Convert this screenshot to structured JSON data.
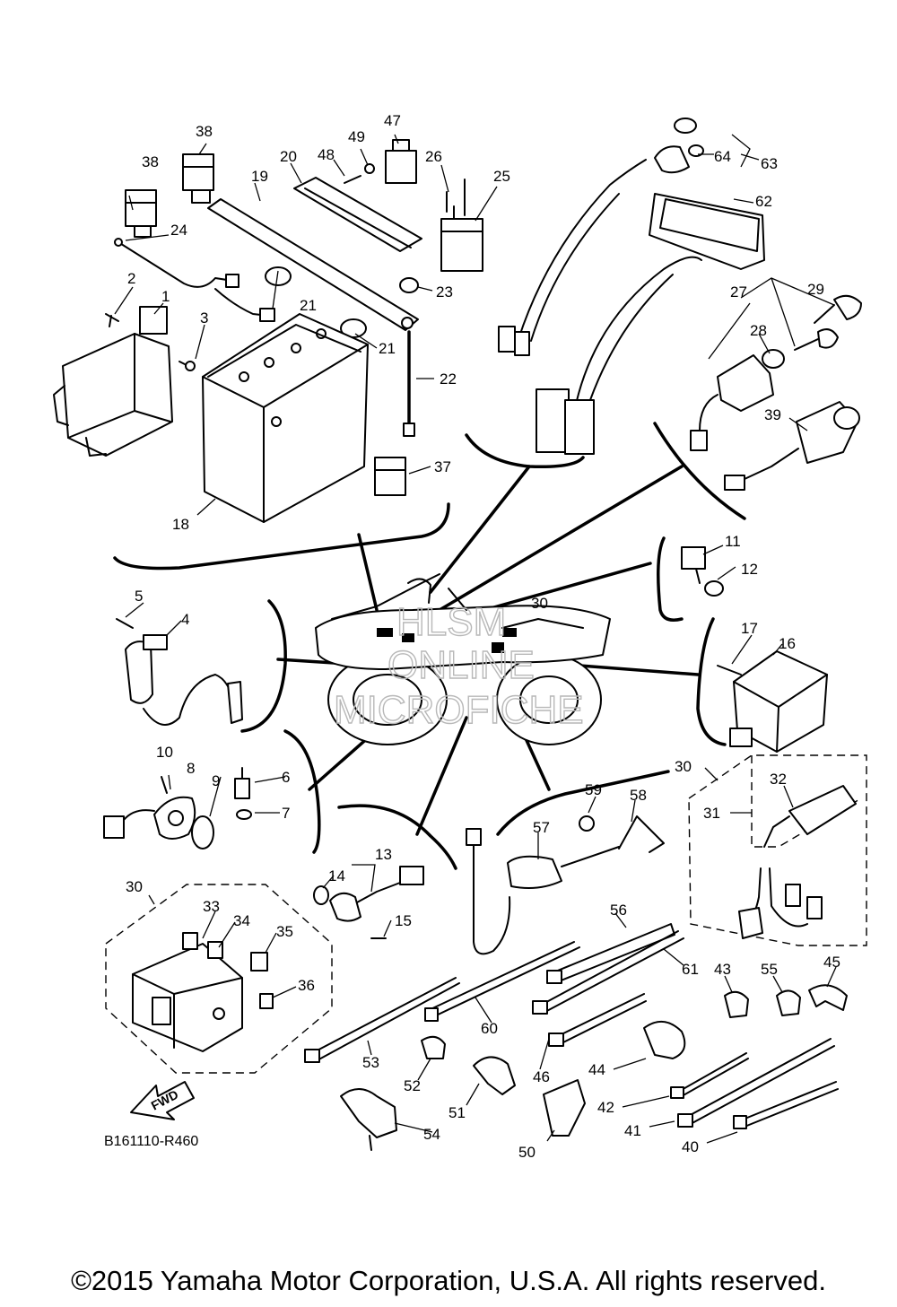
{
  "diagram_code": "B161110-R460",
  "copyright": "©2015 Yamaha Motor Corporation, U.S.A. All rights reserved.",
  "watermark": [
    "HLSM",
    "ONLINE",
    "MICROFICHE"
  ],
  "fwd_label": "FWD",
  "part_labels": {
    "p1": "1",
    "p2": "2",
    "p3": "3",
    "p4": "4",
    "p5": "5",
    "p6": "6",
    "p7": "7",
    "p8": "8",
    "p9": "9",
    "p10": "10",
    "p11": "11",
    "p12": "12",
    "p13": "13",
    "p14": "14",
    "p15": "15",
    "p16": "16",
    "p17": "17",
    "p18": "18",
    "p19": "19",
    "p20": "20",
    "p21a": "21",
    "p21b": "21",
    "p22": "22",
    "p23": "23",
    "p24": "24",
    "p25": "25",
    "p26": "26",
    "p27": "27",
    "p28": "28",
    "p29": "29",
    "p30a": "30",
    "p30b": "30",
    "p30c": "30",
    "p31": "31",
    "p32": "32",
    "p33": "33",
    "p34": "34",
    "p35": "35",
    "p36": "36",
    "p37": "37",
    "p38a": "38",
    "p38b": "38",
    "p39": "39",
    "p40": "40",
    "p41": "41",
    "p42": "42",
    "p43": "43",
    "p44": "44",
    "p45": "45",
    "p46": "46",
    "p47": "47",
    "p48": "48",
    "p49": "49",
    "p50": "50",
    "p51": "51",
    "p52": "52",
    "p53": "53",
    "p54": "54",
    "p55": "55",
    "p56": "56",
    "p57": "57",
    "p58": "58",
    "p59": "59",
    "p60": "60",
    "p61": "61",
    "p62": "62",
    "p63": "63",
    "p64": "64"
  }
}
